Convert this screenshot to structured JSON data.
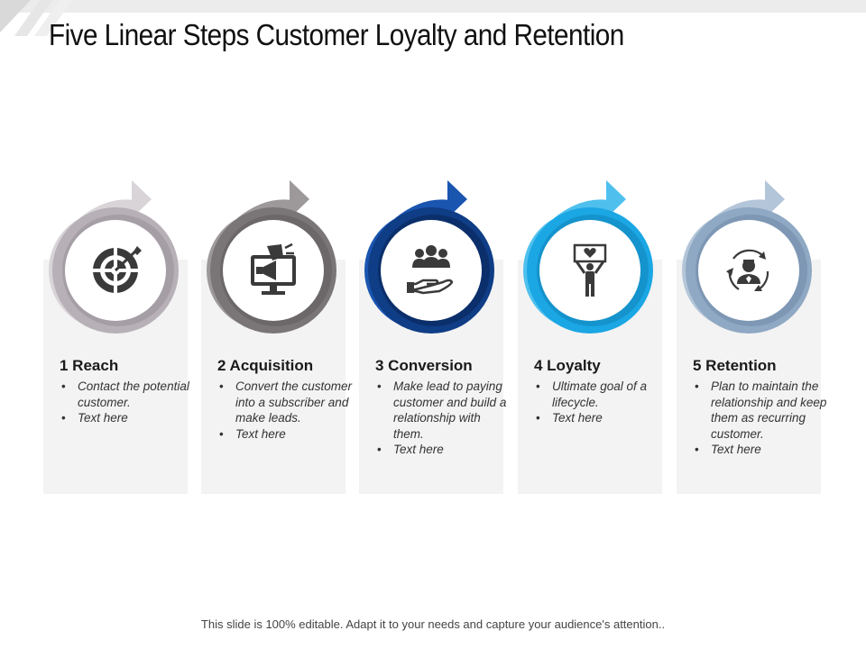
{
  "title": "Five Linear Steps Customer Loyalty and Retention",
  "footer": "This slide is 100% editable. Adapt it to your needs and capture your audience's attention..",
  "steps": [
    {
      "heading": "1 Reach",
      "icon": "target-dart-icon",
      "color": "#b7b0b6",
      "color_dark": "#a59ea5",
      "color_light": "#d8d4d8",
      "bullets": [
        "Contact the potential customer.",
        "Text here"
      ]
    },
    {
      "heading": "2 Acquisition",
      "icon": "megaphone-monitor-icon",
      "color": "#7a7577",
      "color_dark": "#6c6769",
      "color_light": "#9d999b",
      "bullets": [
        "Convert the customer into a subscriber and make leads.",
        "Text here"
      ]
    },
    {
      "heading": "3 Conversion",
      "icon": "people-hand-icon",
      "color": "#0f3d86",
      "color_dark": "#0b2f6b",
      "color_light": "#1a55b0",
      "bullets": [
        "Make lead to paying customer and build a relationship with them.",
        "Text here"
      ]
    },
    {
      "heading": "4 Loyalty",
      "icon": "person-heart-sign-icon",
      "color": "#1ba6e4",
      "color_dark": "#1493cc",
      "color_light": "#4fc0ee",
      "bullets": [
        "Ultimate goal of a lifecycle.",
        "Text here"
      ]
    },
    {
      "heading": "5 Retention",
      "icon": "customer-cycle-icon",
      "color": "#8fa8c3",
      "color_dark": "#7d97b4",
      "color_light": "#b3c5d8",
      "bullets": [
        "Plan to maintain the relationship and keep them as recurring customer.",
        "Text here"
      ]
    }
  ]
}
